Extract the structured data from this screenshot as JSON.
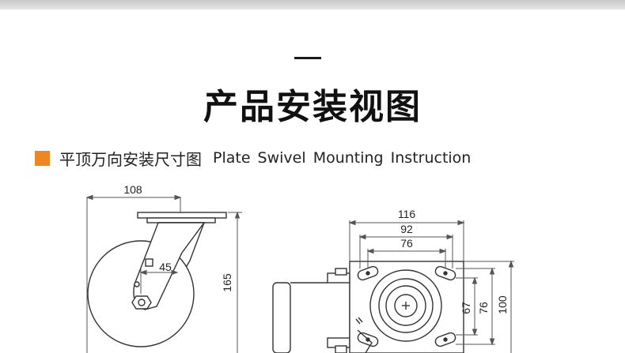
{
  "header": {
    "title_dash": "—",
    "title": "产品安装视图"
  },
  "section": {
    "accent_color": "#f0861f",
    "title_cn": "平顶万向安装尺寸图",
    "title_en": "Plate Swivel Mounting Instruction"
  },
  "side_view": {
    "dim_width": "108",
    "dim_offset": "45",
    "dim_height": "165"
  },
  "top_plate_view": {
    "dim_plate_width": "116",
    "dim_bolt_outer": "92",
    "dim_bolt_inner": "76",
    "dim_slot_small": "67",
    "dim_slot_large": "76",
    "dim_plate_height": "100"
  }
}
